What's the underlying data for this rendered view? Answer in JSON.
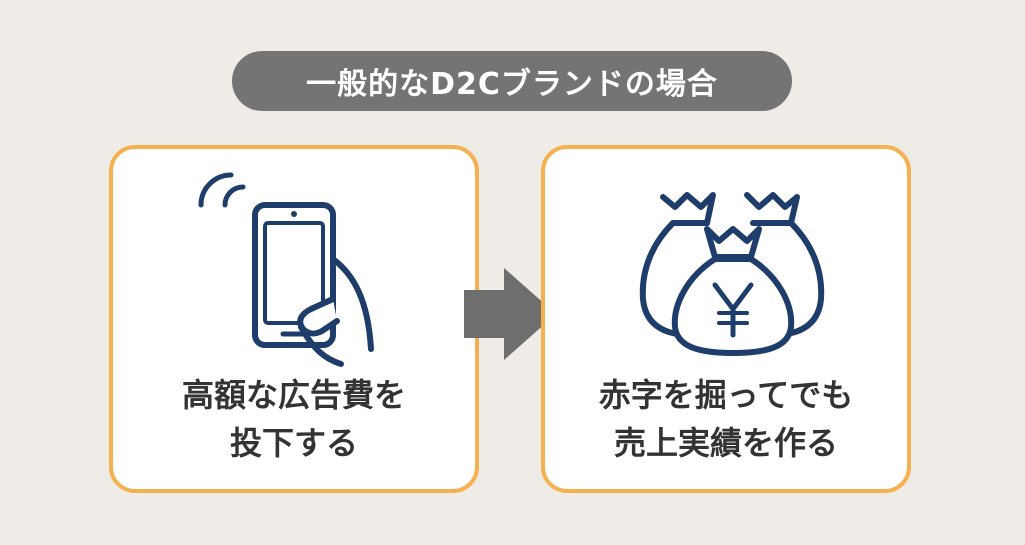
{
  "header": {
    "title": "一般的なD2Cブランドの場合"
  },
  "cards": [
    {
      "icon": "smartphone-hand-icon",
      "lines": [
        "高額な広告費を",
        "投下する"
      ]
    },
    {
      "icon": "money-bags-yen-icon",
      "lines": [
        "赤字を掘ってでも",
        "売上実績を作る"
      ]
    }
  ],
  "arrow": {
    "icon": "right-arrow-icon"
  },
  "colors": {
    "background": "#efebe6",
    "pill": "#747474",
    "card_border": "#f5b14f",
    "icon": "#1e3d6b",
    "text": "#333333",
    "arrow": "#6e6e6e"
  }
}
